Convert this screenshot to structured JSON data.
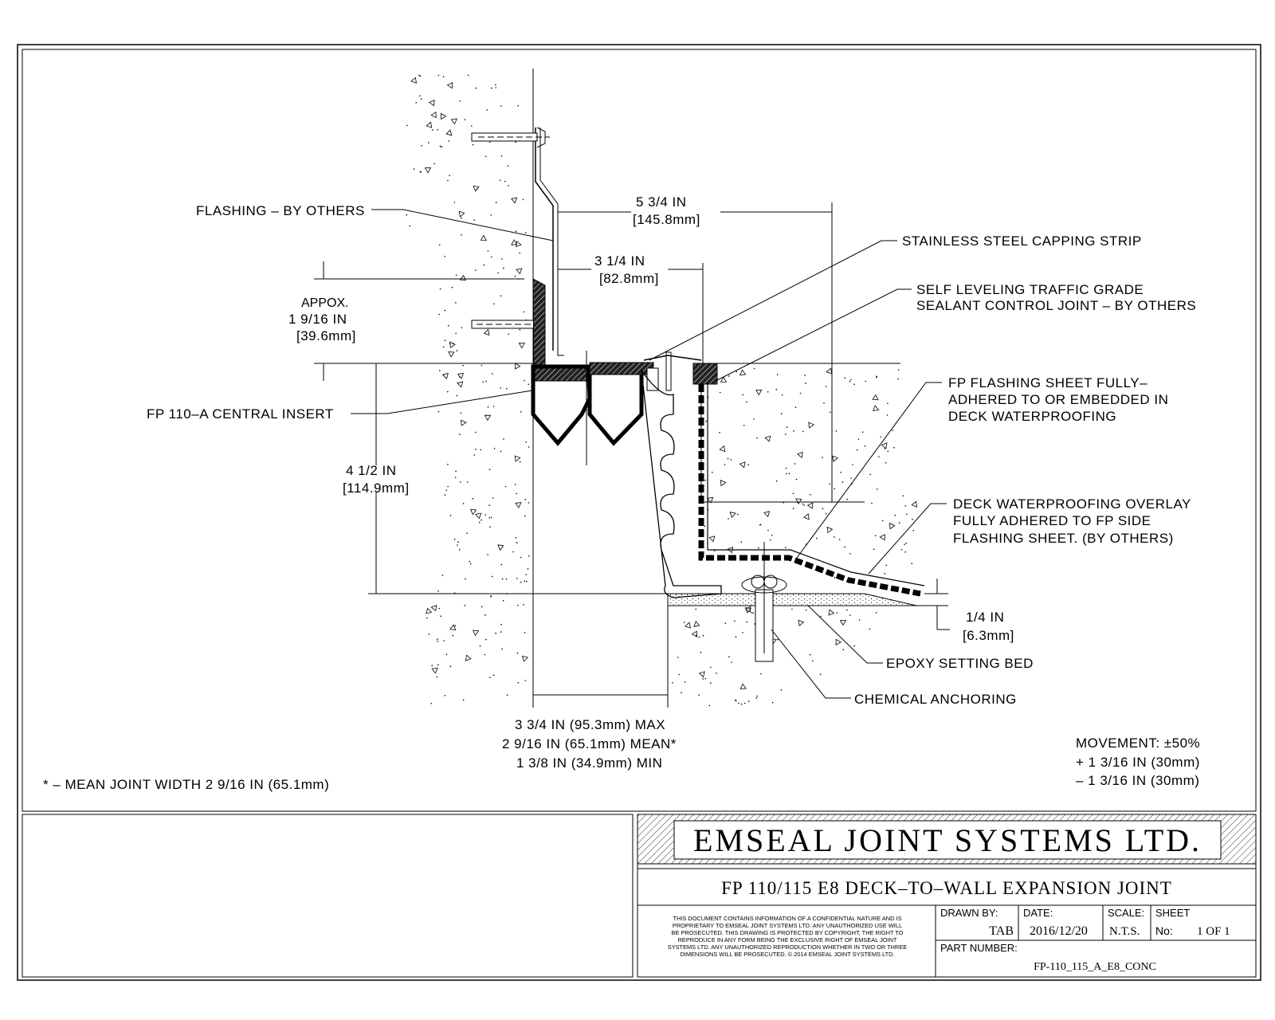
{
  "labels": {
    "flashing": "FLASHING – BY OTHERS",
    "capping": "STAINLESS STEEL CAPPING STRIP",
    "sealant_1": "SELF LEVELING TRAFFIC GRADE",
    "sealant_2": "SEALANT CONTROL JOINT – BY OTHERS",
    "fp_sheet_1": "FP FLASHING SHEET FULLY–",
    "fp_sheet_2": "ADHERED TO OR EMBEDDED IN",
    "fp_sheet_3": "DECK WATERPROOFING",
    "overlay_1": "DECK WATERPROOFING OVERLAY",
    "overlay_2": "FULLY ADHERED TO FP SIDE",
    "overlay_3": "FLASHING SHEET. (BY OTHERS)",
    "central_insert": "FP 110–A CENTRAL INSERT",
    "epoxy": "EPOXY SETTING BED",
    "anchoring": "CHEMICAL ANCHORING"
  },
  "dimensions": {
    "d1_in": "5 3/4 IN",
    "d1_mm": "[145.8mm]",
    "d2_in": "3 1/4 IN",
    "d2_mm": "[82.8mm]",
    "d3_pre": "APPOX.",
    "d3_in": "1 9/16 IN",
    "d3_mm": "[39.6mm]",
    "d4_in": "4 1/2 IN",
    "d4_mm": "[114.9mm]",
    "d5_in": "1/4 IN",
    "d5_mm": "[6.3mm]",
    "width_max": "3 3/4 IN (95.3mm) MAX",
    "width_mean": "2 9/16 IN (65.1mm) MEAN*",
    "width_min": "1 3/8 IN (34.9mm) MIN"
  },
  "notes": {
    "mean_note": "* – MEAN JOINT WIDTH 2 9/16 IN (65.1mm)",
    "movement_1": "MOVEMENT: ±50%",
    "movement_2": "+ 1 3/16 IN (30mm)",
    "movement_3": "– 1 3/16 IN (30mm)"
  },
  "title_block": {
    "company": "EMSEAL JOINT SYSTEMS LTD.",
    "product": "FP 110/115 E8  DECK–TO–WALL EXPANSION JOINT",
    "disclaimer": [
      "THIS DOCUMENT CONTAINS INFORMATION OF A CONFIDENTIAL NATURE AND IS",
      "PROPRIETARY TO EMSEAL JOINT SYSTEMS LTD. ANY UNAUTHORIZED USE WILL",
      "BE PROSECUTED. THIS DRAWING IS PROTECTED BY COPYRIGHT, THE RIGHT TO",
      "REPRODUCE IN ANY FORM BEING THE EXCLUSIVE RIGHT OF EMSEAL JOINT",
      "SYSTEMS LTD. ANY UNAUTHORIZED REPRODUCTION WHETHER IN TWO OR THREE",
      "DIMENSIONS WILL BE PROSECUTED. © 2014 EMSEAL JOINT SYSTEMS LTD."
    ],
    "drawn_by_label": "DRAWN BY:",
    "drawn_by": "TAB",
    "date_label": "DATE:",
    "date": "2016/12/20",
    "scale_label": "SCALE:",
    "scale": "N.T.S.",
    "sheet_label": "SHEET",
    "sheet_no_label": "No:",
    "sheet": "1 OF 1",
    "part_label": "PART NUMBER:",
    "part": "FP-110_115_A_E8_CONC"
  }
}
